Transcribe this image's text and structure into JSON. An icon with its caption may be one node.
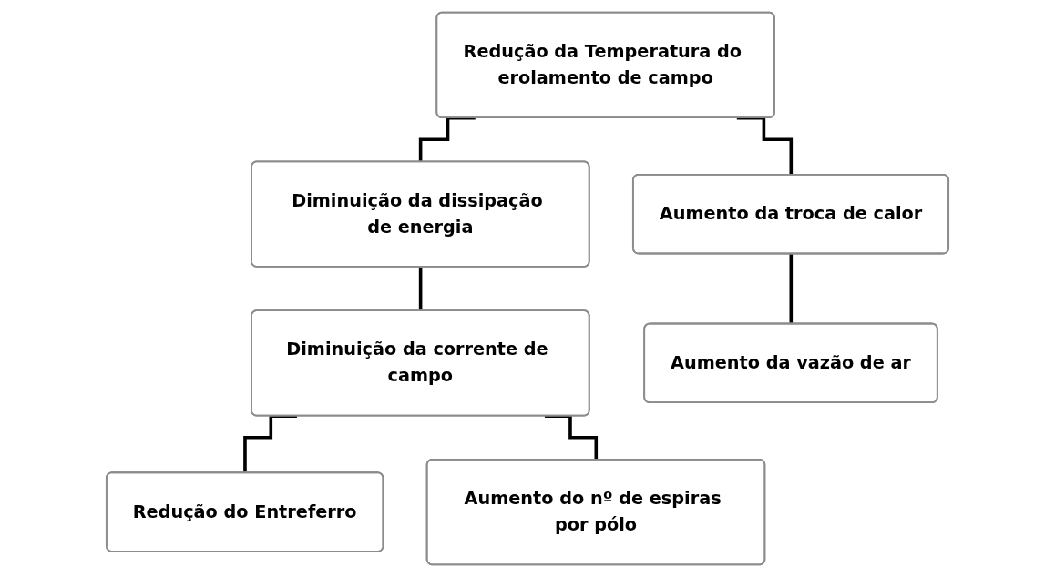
{
  "diagram": {
    "nodes": [
      {
        "text": [
          "Redução da Temperatura do erolamento de campo"
        ]
      },
      {
        "text": [
          "Diminuição da dissipação de energia"
        ]
      },
      {
        "text": [
          "Aumento da troca de calor"
        ]
      },
      {
        "text": [
          "Diminuição da corrente de campo"
        ]
      },
      {
        "text": [
          "Aumento da vazão de ar"
        ]
      },
      {
        "text": [
          "Redução do Entreferro"
        ]
      },
      {
        "text": [
          "Aumento do nº de espiras por pólo"
        ]
      }
    ],
    "edges": [
      {
        "from": 0,
        "to": 1,
        "arrow": "none"
      },
      {
        "from": 0,
        "to": 2,
        "arrow": "none"
      },
      {
        "from": 1,
        "to": 3,
        "arrow": "none"
      },
      {
        "from": 2,
        "to": 4,
        "arrow": "none"
      },
      {
        "from": 3,
        "to": 5,
        "arrow": "none"
      },
      {
        "from": 3,
        "to": 6,
        "arrow": "none"
      }
    ]
  }
}
